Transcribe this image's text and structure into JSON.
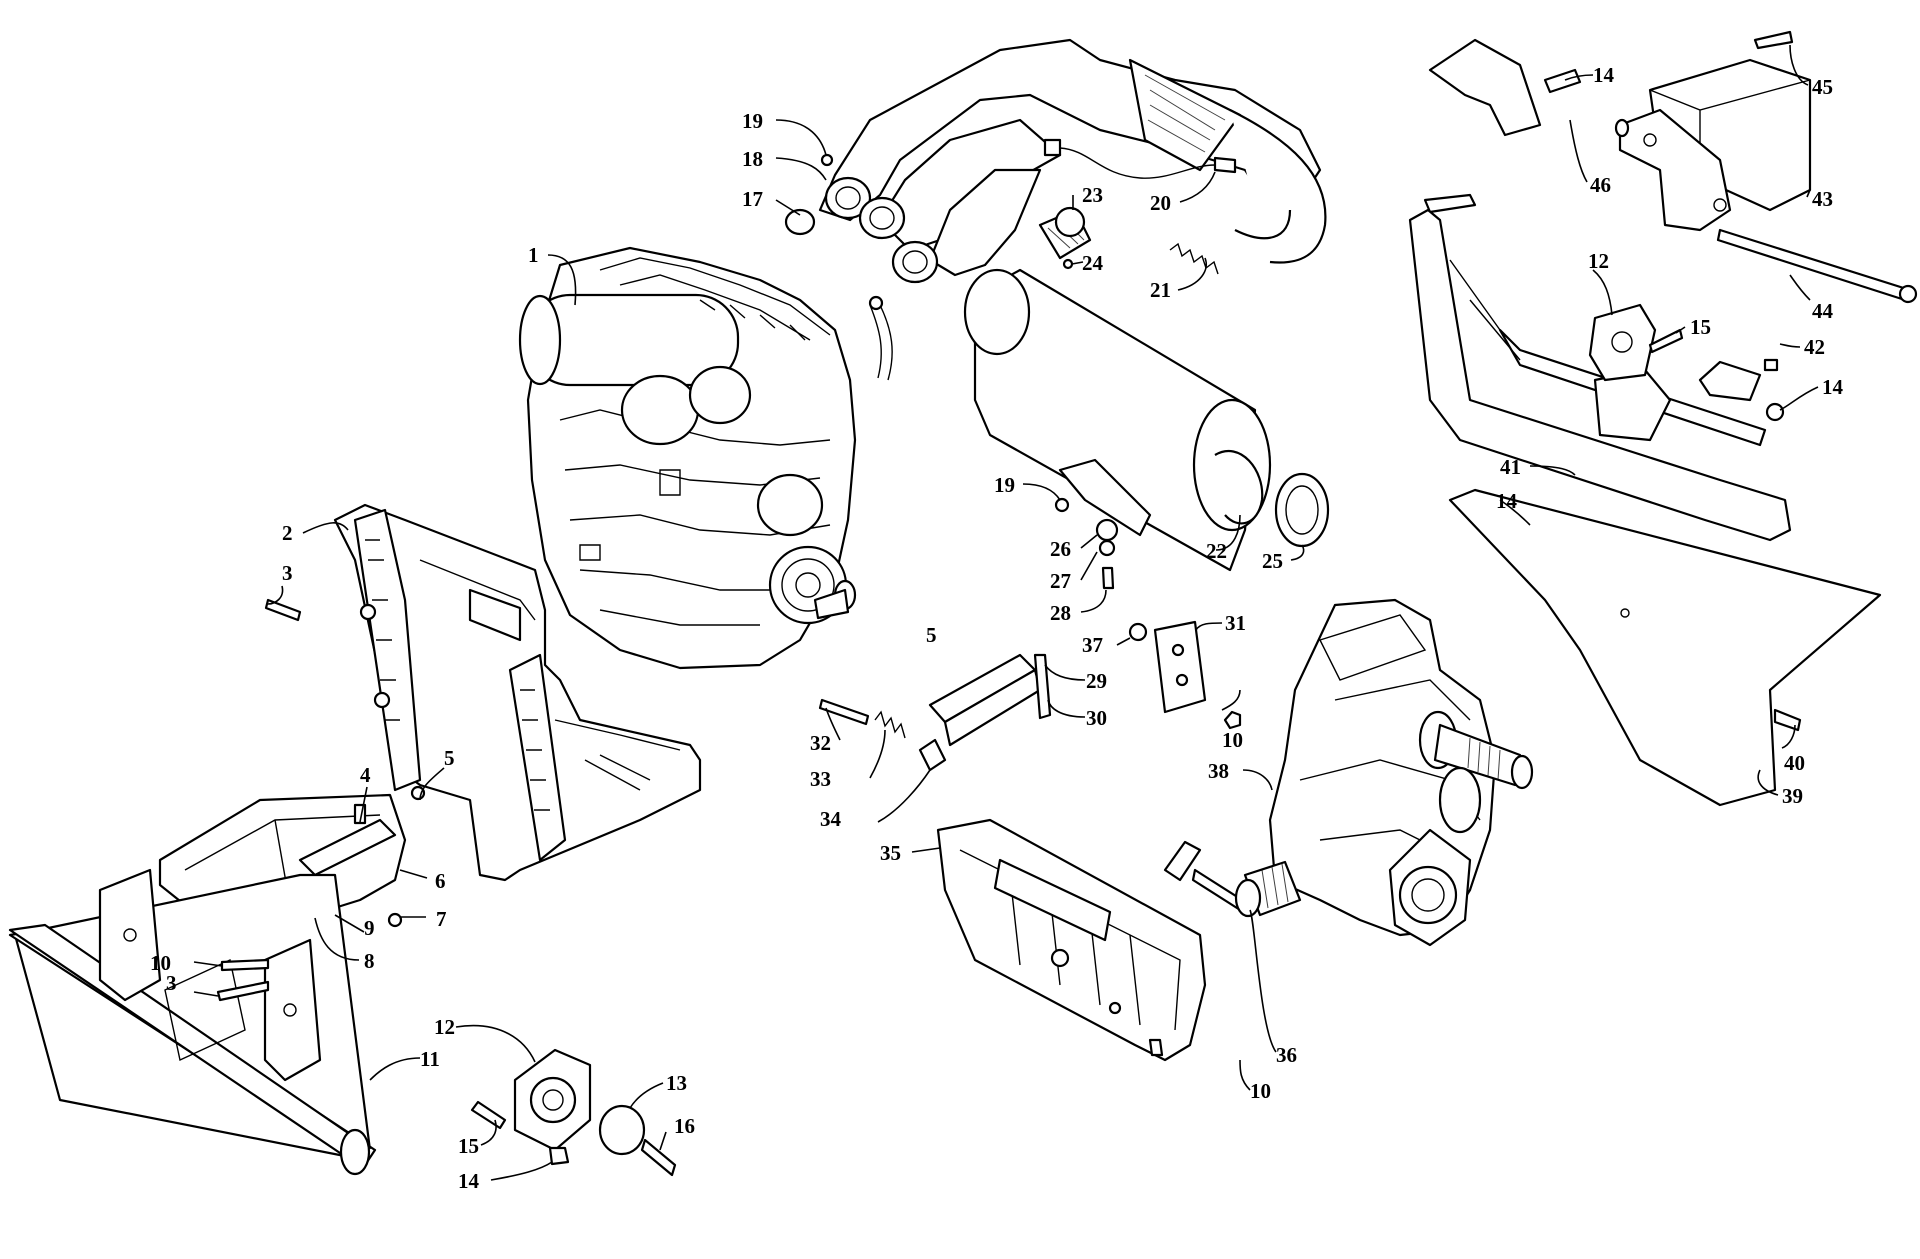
{
  "callouts": [
    {
      "id": "c1",
      "text": "1"
    },
    {
      "id": "c2",
      "text": "2"
    },
    {
      "id": "c3a",
      "text": "3"
    },
    {
      "id": "c3b",
      "text": "3"
    },
    {
      "id": "c4",
      "text": "4"
    },
    {
      "id": "c5a",
      "text": "5"
    },
    {
      "id": "c5b",
      "text": "5"
    },
    {
      "id": "c6",
      "text": "6"
    },
    {
      "id": "c7",
      "text": "7"
    },
    {
      "id": "c8",
      "text": "8"
    },
    {
      "id": "c9",
      "text": "9"
    },
    {
      "id": "c10a",
      "text": "10"
    },
    {
      "id": "c10b",
      "text": "10"
    },
    {
      "id": "c10c",
      "text": "10"
    },
    {
      "id": "c11",
      "text": "11"
    },
    {
      "id": "c12a",
      "text": "12"
    },
    {
      "id": "c12b",
      "text": "12"
    },
    {
      "id": "c13",
      "text": "13"
    },
    {
      "id": "c14a",
      "text": "14"
    },
    {
      "id": "c14b",
      "text": "14"
    },
    {
      "id": "c14c",
      "text": "14"
    },
    {
      "id": "c14d",
      "text": "14"
    },
    {
      "id": "c15a",
      "text": "15"
    },
    {
      "id": "c15b",
      "text": "15"
    },
    {
      "id": "c16",
      "text": "16"
    },
    {
      "id": "c17",
      "text": "17"
    },
    {
      "id": "c18",
      "text": "18"
    },
    {
      "id": "c19a",
      "text": "19"
    },
    {
      "id": "c19b",
      "text": "19"
    },
    {
      "id": "c20",
      "text": "20"
    },
    {
      "id": "c21",
      "text": "21"
    },
    {
      "id": "c22",
      "text": "22"
    },
    {
      "id": "c23",
      "text": "23"
    },
    {
      "id": "c24",
      "text": "24"
    },
    {
      "id": "c25",
      "text": "25"
    },
    {
      "id": "c26",
      "text": "26"
    },
    {
      "id": "c27",
      "text": "27"
    },
    {
      "id": "c28",
      "text": "28"
    },
    {
      "id": "c29",
      "text": "29"
    },
    {
      "id": "c30",
      "text": "30"
    },
    {
      "id": "c31",
      "text": "31"
    },
    {
      "id": "c32",
      "text": "32"
    },
    {
      "id": "c33",
      "text": "33"
    },
    {
      "id": "c34",
      "text": "34"
    },
    {
      "id": "c35",
      "text": "35"
    },
    {
      "id": "c36",
      "text": "36"
    },
    {
      "id": "c37",
      "text": "37"
    },
    {
      "id": "c38",
      "text": "38"
    },
    {
      "id": "c39",
      "text": "39"
    },
    {
      "id": "c40",
      "text": "40"
    },
    {
      "id": "c41",
      "text": "41"
    },
    {
      "id": "c42",
      "text": "42"
    },
    {
      "id": "c43",
      "text": "43"
    },
    {
      "id": "c44",
      "text": "44"
    },
    {
      "id": "c45",
      "text": "45"
    },
    {
      "id": "c46",
      "text": "46"
    }
  ]
}
